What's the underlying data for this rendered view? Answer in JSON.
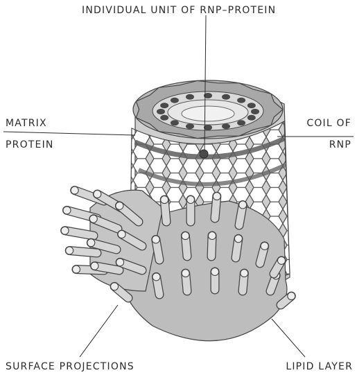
{
  "labels": {
    "top": "INDIVIDUAL UNIT OF RNP–PROTEIN",
    "matrix_line1": "MATRIX",
    "matrix_line2": "PROTEIN",
    "coil_line1": "COIL OF",
    "coil_line2": "RNP",
    "surface": "SURFACE PROJECTIONS",
    "lipid": "LIPID LAYER"
  },
  "colors": {
    "ink": "#2a2a2a",
    "light_gray": "#c9c9c9",
    "mid_gray": "#a9a9a9",
    "dark_gray": "#6a6a6a",
    "darkest": "#4a4a4a"
  }
}
